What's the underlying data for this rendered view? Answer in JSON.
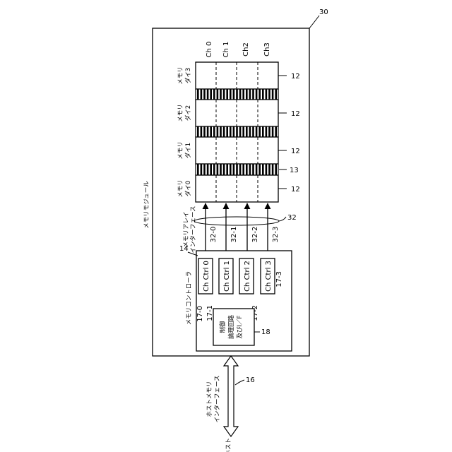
{
  "module": {
    "label": "メモリモジュール",
    "ref": "30"
  },
  "channels": [
    "Ch 0",
    "Ch 1",
    "Ch2",
    "Ch3"
  ],
  "dies": [
    {
      "label": [
        "メモリ",
        "ダイ3"
      ],
      "ref": "12"
    },
    {
      "label": [
        "メモリ",
        "ダイ2"
      ],
      "ref": "12"
    },
    {
      "label": [
        "メモリ",
        "ダイ1"
      ],
      "ref": "12"
    },
    {
      "label": [
        "メモリ",
        "ダイ0"
      ],
      "ref": "12"
    }
  ],
  "connector_ref": "13",
  "array_interface": {
    "label": [
      "メモリアレイ",
      "インターフェース"
    ],
    "ref": "32",
    "lanes": [
      "32-0",
      "32-1",
      "32-2",
      "32-3"
    ]
  },
  "controller": {
    "label": "メモリコントローラ",
    "ref": "14",
    "channel_controllers": [
      {
        "label": "Ch Ctrl 0",
        "ref": "17-0"
      },
      {
        "label": "Ch Ctrl 1",
        "ref": "17-1"
      },
      {
        "label": "Ch Ctrl 2",
        "ref": "17-2"
      },
      {
        "label": "Ch Ctrl 3",
        "ref": "17-3"
      }
    ],
    "logic": {
      "label": [
        "制御",
        "論理回路",
        "及びI／F"
      ],
      "ref": "18"
    }
  },
  "host_interface": {
    "label": [
      "ホストメモリ",
      "インターフェース"
    ],
    "ref": "16"
  },
  "host": {
    "label": "ホスト"
  }
}
